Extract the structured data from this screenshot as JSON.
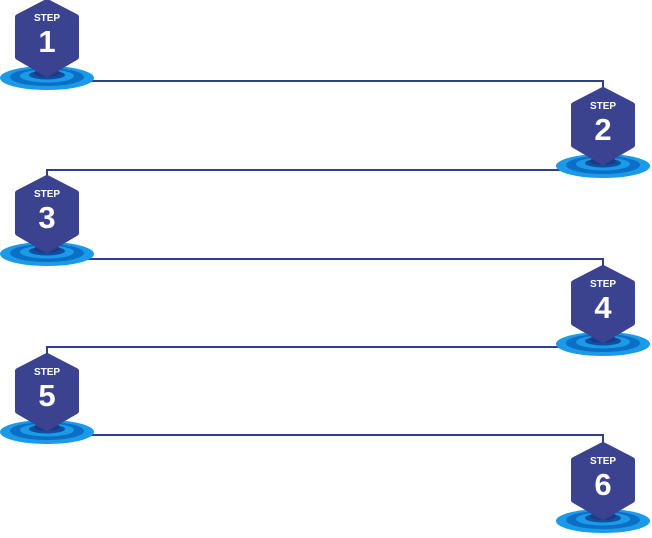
{
  "colors": {
    "badge": "#3b4391",
    "connector": "#313e8c",
    "ripple_outer": "#1a9ae8",
    "ripple_mid": "#0b6fc5",
    "ripple_inner": "#0f4f9e",
    "ripple_center": "#1a3a87",
    "text": "#ffffff"
  },
  "steps": [
    {
      "label": "STEP",
      "number": "1"
    },
    {
      "label": "STEP",
      "number": "2"
    },
    {
      "label": "STEP",
      "number": "3"
    },
    {
      "label": "STEP",
      "number": "4"
    },
    {
      "label": "STEP",
      "number": "5"
    },
    {
      "label": "STEP",
      "number": "6"
    }
  ]
}
